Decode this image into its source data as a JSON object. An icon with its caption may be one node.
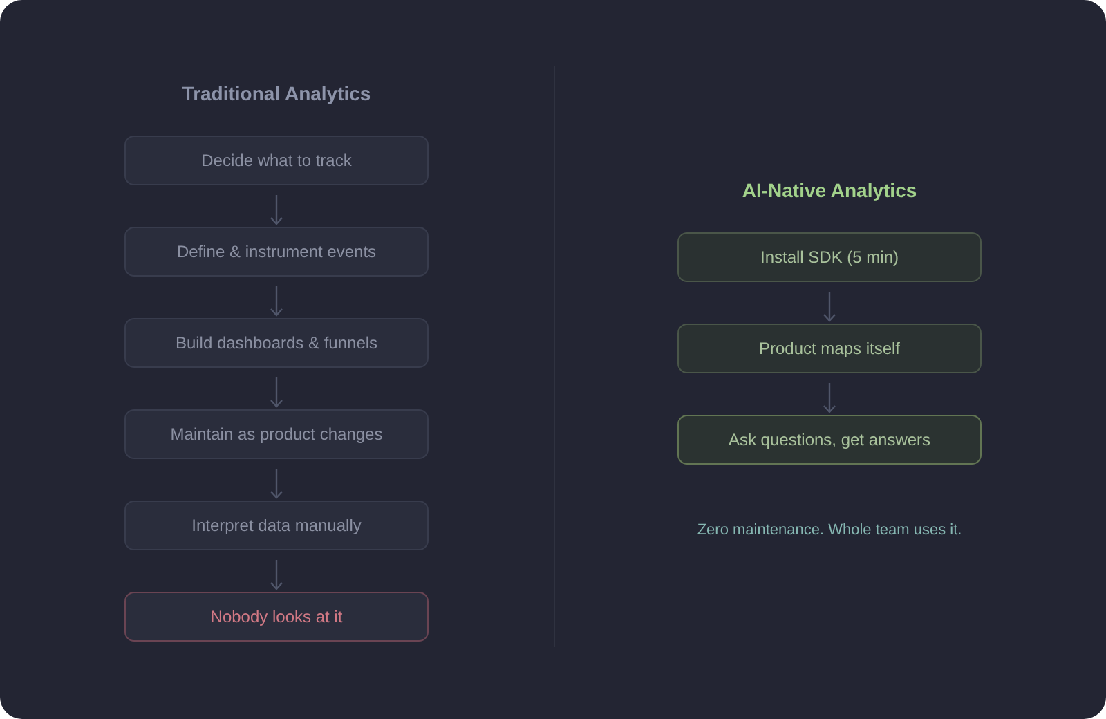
{
  "diagram": {
    "nodes": [
      {
        "text": [
          "Decide what to track"
        ]
      },
      {
        "text": [
          "Define & instrument events"
        ]
      },
      {
        "text": [
          "Build dashboards & funnels"
        ]
      },
      {
        "text": [
          "Maintain as product changes"
        ]
      },
      {
        "text": [
          "Interpret data manually"
        ]
      },
      {
        "text": [
          "Nobody looks at it"
        ]
      },
      {
        "text": [
          "Install SDK (5 min)"
        ]
      },
      {
        "text": [
          "Product maps itself"
        ]
      },
      {
        "text": [
          "Ask questions, get answers"
        ]
      }
    ],
    "edges": [
      {
        "from": 0,
        "to": 1,
        "arrow": "to"
      },
      {
        "from": 1,
        "to": 2,
        "arrow": "to"
      },
      {
        "from": 2,
        "to": 3,
        "arrow": "to"
      },
      {
        "from": 3,
        "to": 4,
        "arrow": "to"
      },
      {
        "from": 4,
        "to": 5,
        "arrow": "to"
      },
      {
        "from": 6,
        "to": 7,
        "arrow": "to"
      },
      {
        "from": 7,
        "to": 8,
        "arrow": "to"
      }
    ],
    "labels": [
      "Traditional Analytics",
      "AI-Native Analytics",
      "Zero maintenance. Whole team uses it."
    ]
  }
}
